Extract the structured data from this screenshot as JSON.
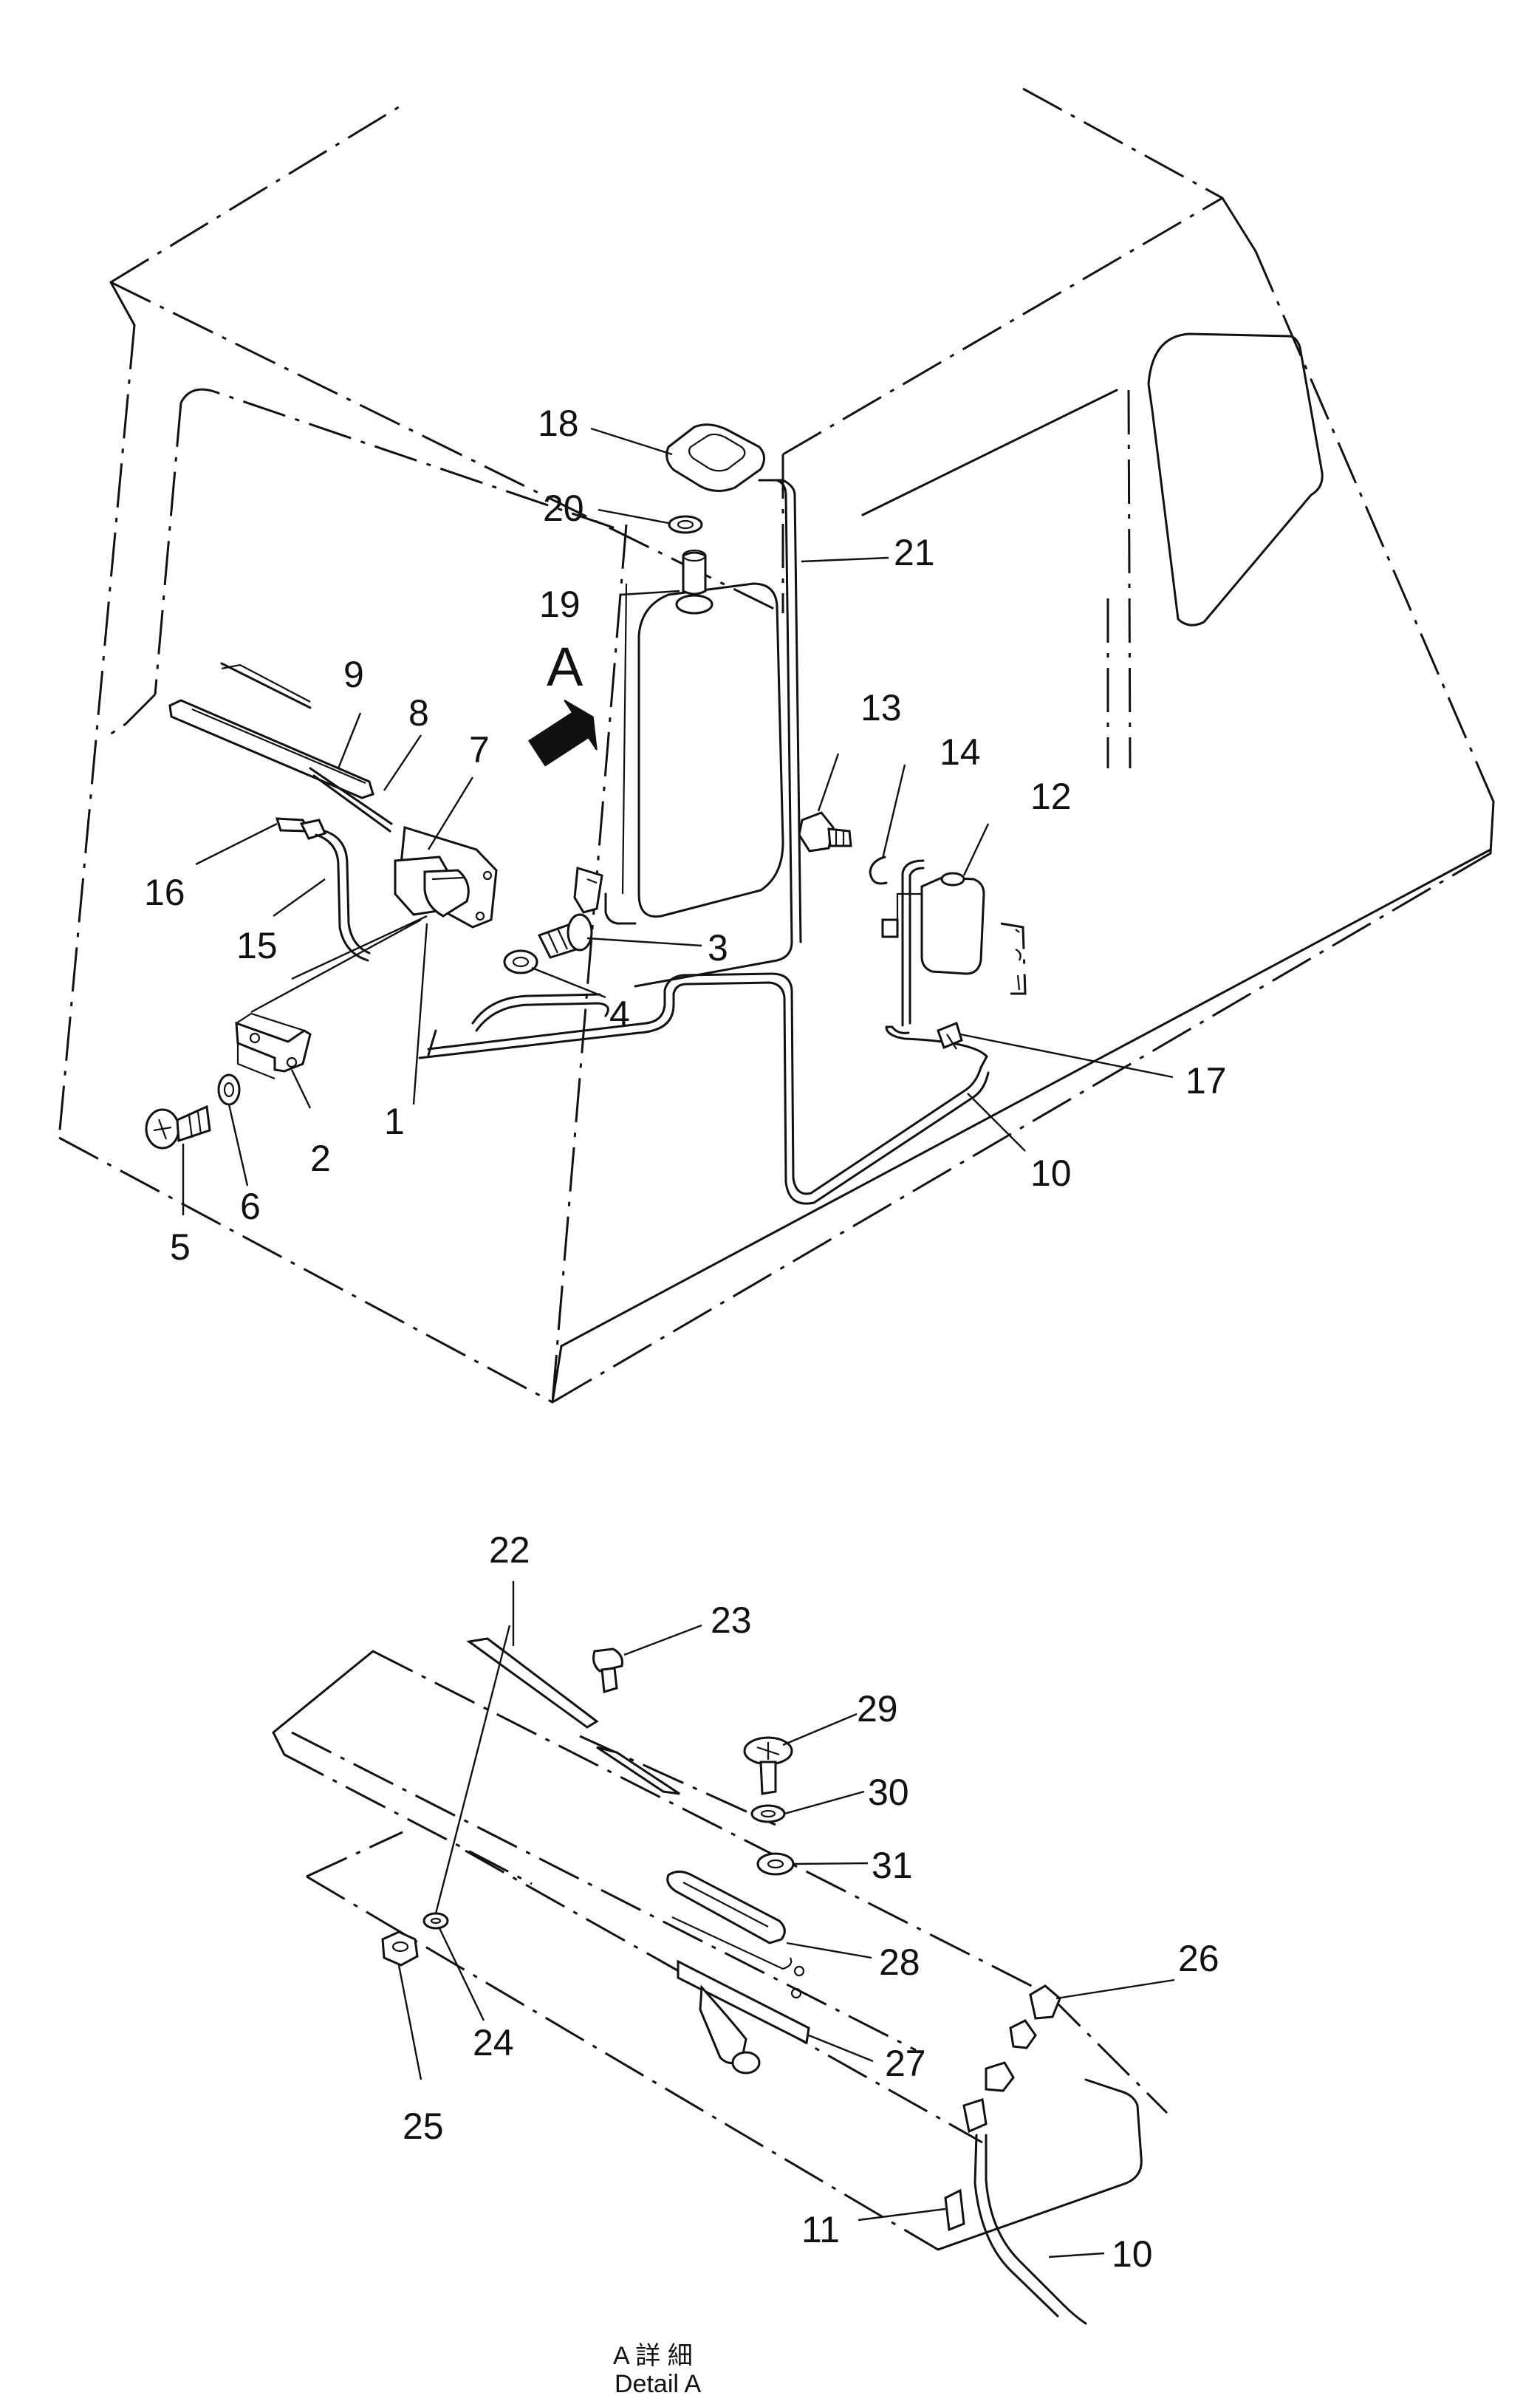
{
  "marker_label": "A",
  "callouts": {
    "c1": "1",
    "c2": "2",
    "c3": "3",
    "c4": "4",
    "c5": "5",
    "c6": "6",
    "c7": "7",
    "c8": "8",
    "c9": "9",
    "c10": "10",
    "c12": "12",
    "c13": "13",
    "c14": "14",
    "c15": "15",
    "c16": "16",
    "c17": "17",
    "c18": "18",
    "c19": "19",
    "c20": "20",
    "c21": "21",
    "c22": "22",
    "c23": "23",
    "c24": "24",
    "c25": "25",
    "c26": "26",
    "c27": "27",
    "c28": "28",
    "c29": "29",
    "c30": "30",
    "c31": "31",
    "c11b": "11",
    "c10b": "10"
  },
  "caption": {
    "jp": "A 詳 細",
    "en": "Detail A"
  }
}
